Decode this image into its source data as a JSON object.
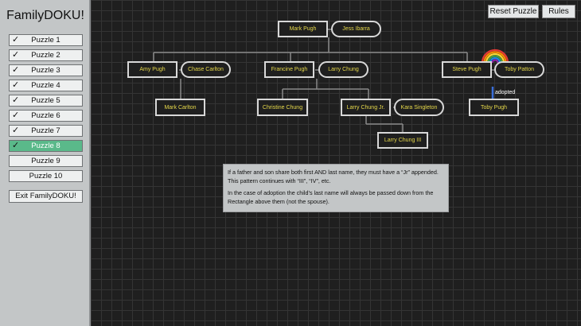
{
  "sidebar": {
    "title": "FamilyDOKU!",
    "puzzles": [
      {
        "label": "Puzzle 1",
        "completed": true
      },
      {
        "label": "Puzzle 2",
        "completed": true
      },
      {
        "label": "Puzzle 3",
        "completed": true
      },
      {
        "label": "Puzzle 4",
        "completed": true
      },
      {
        "label": "Puzzle 5",
        "completed": true
      },
      {
        "label": "Puzzle 6",
        "completed": true
      },
      {
        "label": "Puzzle 7",
        "completed": true
      },
      {
        "label": "Puzzle 8",
        "completed": true,
        "active": true
      },
      {
        "label": "Puzzle 9",
        "completed": false
      },
      {
        "label": "Puzzle 10",
        "completed": false
      }
    ],
    "check_glyph": "✓",
    "exit_label": "Exit FamilyDOKU!"
  },
  "toolbar": {
    "reset_label": "Reset Puzzle",
    "rules_label": "Rules"
  },
  "tree": {
    "people": {
      "mark_pugh": "Mark Pugh",
      "jess_ibarra": "Jess Ibarra",
      "amy_pugh": "Amy Pugh",
      "chase_carlton": "Chase Carlton",
      "francine_pugh": "Francine Pugh",
      "larry_chung": "Larry Chung",
      "steve_pugh": "Steve Pugh",
      "toby_patton": "Toby Patton",
      "mark_carlton": "Mark Carlton",
      "christine_chung": "Christine Chung",
      "larry_chung_jr": "Larry Chung Jr.",
      "kara_singleton": "Kara Singleton",
      "toby_pugh": "Toby Pugh",
      "larry_chung_iii": "Larry Chung III"
    },
    "adopted_label": "adopted",
    "colors": {
      "name_text": "#e6d84a",
      "adoption_line": "#3a6fd8",
      "active_puzzle": "#5ab98a"
    }
  },
  "info": {
    "paragraph1": "If a father and son share both first AND last name, they must have a “Jr” appended. This pattern continues with “III”, “IV”, etc.",
    "paragraph2": "In the case of adoption the child’s last name will always be passed down from the Rectangle above them (not the spouse)."
  }
}
